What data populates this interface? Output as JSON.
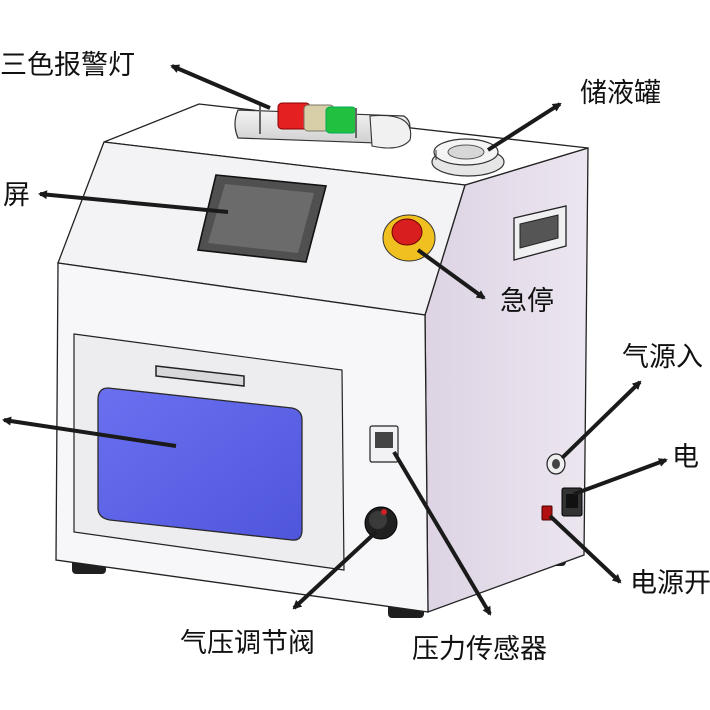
{
  "callouts": {
    "tri_color_light": "三色报警灯",
    "storage_tank": "储液罐",
    "screen": "屏",
    "emergency_stop": "急停",
    "air_inlet": "气源入",
    "power_socket": "电",
    "power_switch": "电源开",
    "pressure_valve": "气压调节阀",
    "pressure_sensor": "压力传感器"
  },
  "colors": {
    "cabinet_front": "#f6f6f8",
    "cabinet_side": "#e4dcea",
    "cabinet_top": "#ffffff",
    "window_glass": "#5a62e8",
    "screen": "#545454",
    "alarm_red": "#e42020",
    "alarm_yellow": "#d8cfa8",
    "alarm_green": "#22c040",
    "estop_red": "#d81e1e",
    "estop_yellow": "#f0c020",
    "arrow": "#1a1a1a"
  }
}
